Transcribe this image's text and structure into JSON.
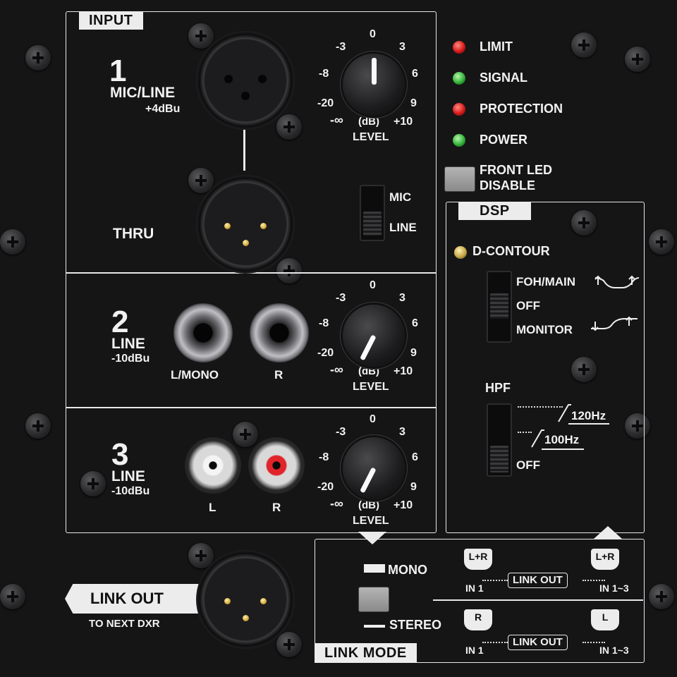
{
  "input": {
    "tab": "INPUT",
    "ch1": {
      "num": "1",
      "type": "MIC/LINE",
      "level": "+4dBu",
      "thru": "THRU"
    },
    "ch2": {
      "num": "2",
      "type": "LINE",
      "level": "-10dBu",
      "jack_left": "L/MONO",
      "jack_right": "R"
    },
    "ch3": {
      "num": "3",
      "type": "LINE",
      "level": "-10dBu",
      "jack_left": "L",
      "jack_right": "R"
    },
    "mic_line_switch": {
      "top": "MIC",
      "bottom": "LINE"
    }
  },
  "level_scale": {
    "ticks": [
      "-20",
      "-8",
      "-3",
      "0",
      "3",
      "6",
      "9"
    ],
    "min": "-∞",
    "unit": "(dB)",
    "max": "+10",
    "label": "LEVEL"
  },
  "indicators": [
    {
      "label": "LIMIT",
      "color": "red"
    },
    {
      "label": "SIGNAL",
      "color": "green"
    },
    {
      "label": "PROTECTION",
      "color": "red"
    },
    {
      "label": "POWER",
      "color": "green"
    }
  ],
  "front_led": {
    "line1": "FRONT LED",
    "line2": "DISABLE"
  },
  "dsp": {
    "tab": "DSP",
    "d_contour": "D-CONTOUR",
    "d_contour_options": [
      "FOH/MAIN",
      "OFF",
      "MONITOR"
    ],
    "hpf": "HPF",
    "hpf_options": [
      "120Hz",
      "100Hz",
      "OFF"
    ]
  },
  "link_out": {
    "label": "LINK OUT",
    "sub": "TO NEXT DXR"
  },
  "link_mode": {
    "tab": "LINK MODE",
    "mono": "MONO",
    "stereo": "STEREO",
    "mono_row": {
      "in_badge": "L+R",
      "in_label": "IN 1",
      "link": "LINK OUT",
      "out_badge": "L+R",
      "out_label": "IN 1~3"
    },
    "stereo_row": {
      "in_badge": "R",
      "in_label": "IN 1",
      "link": "LINK OUT",
      "out_badge": "L",
      "out_label": "IN 1~3"
    }
  }
}
